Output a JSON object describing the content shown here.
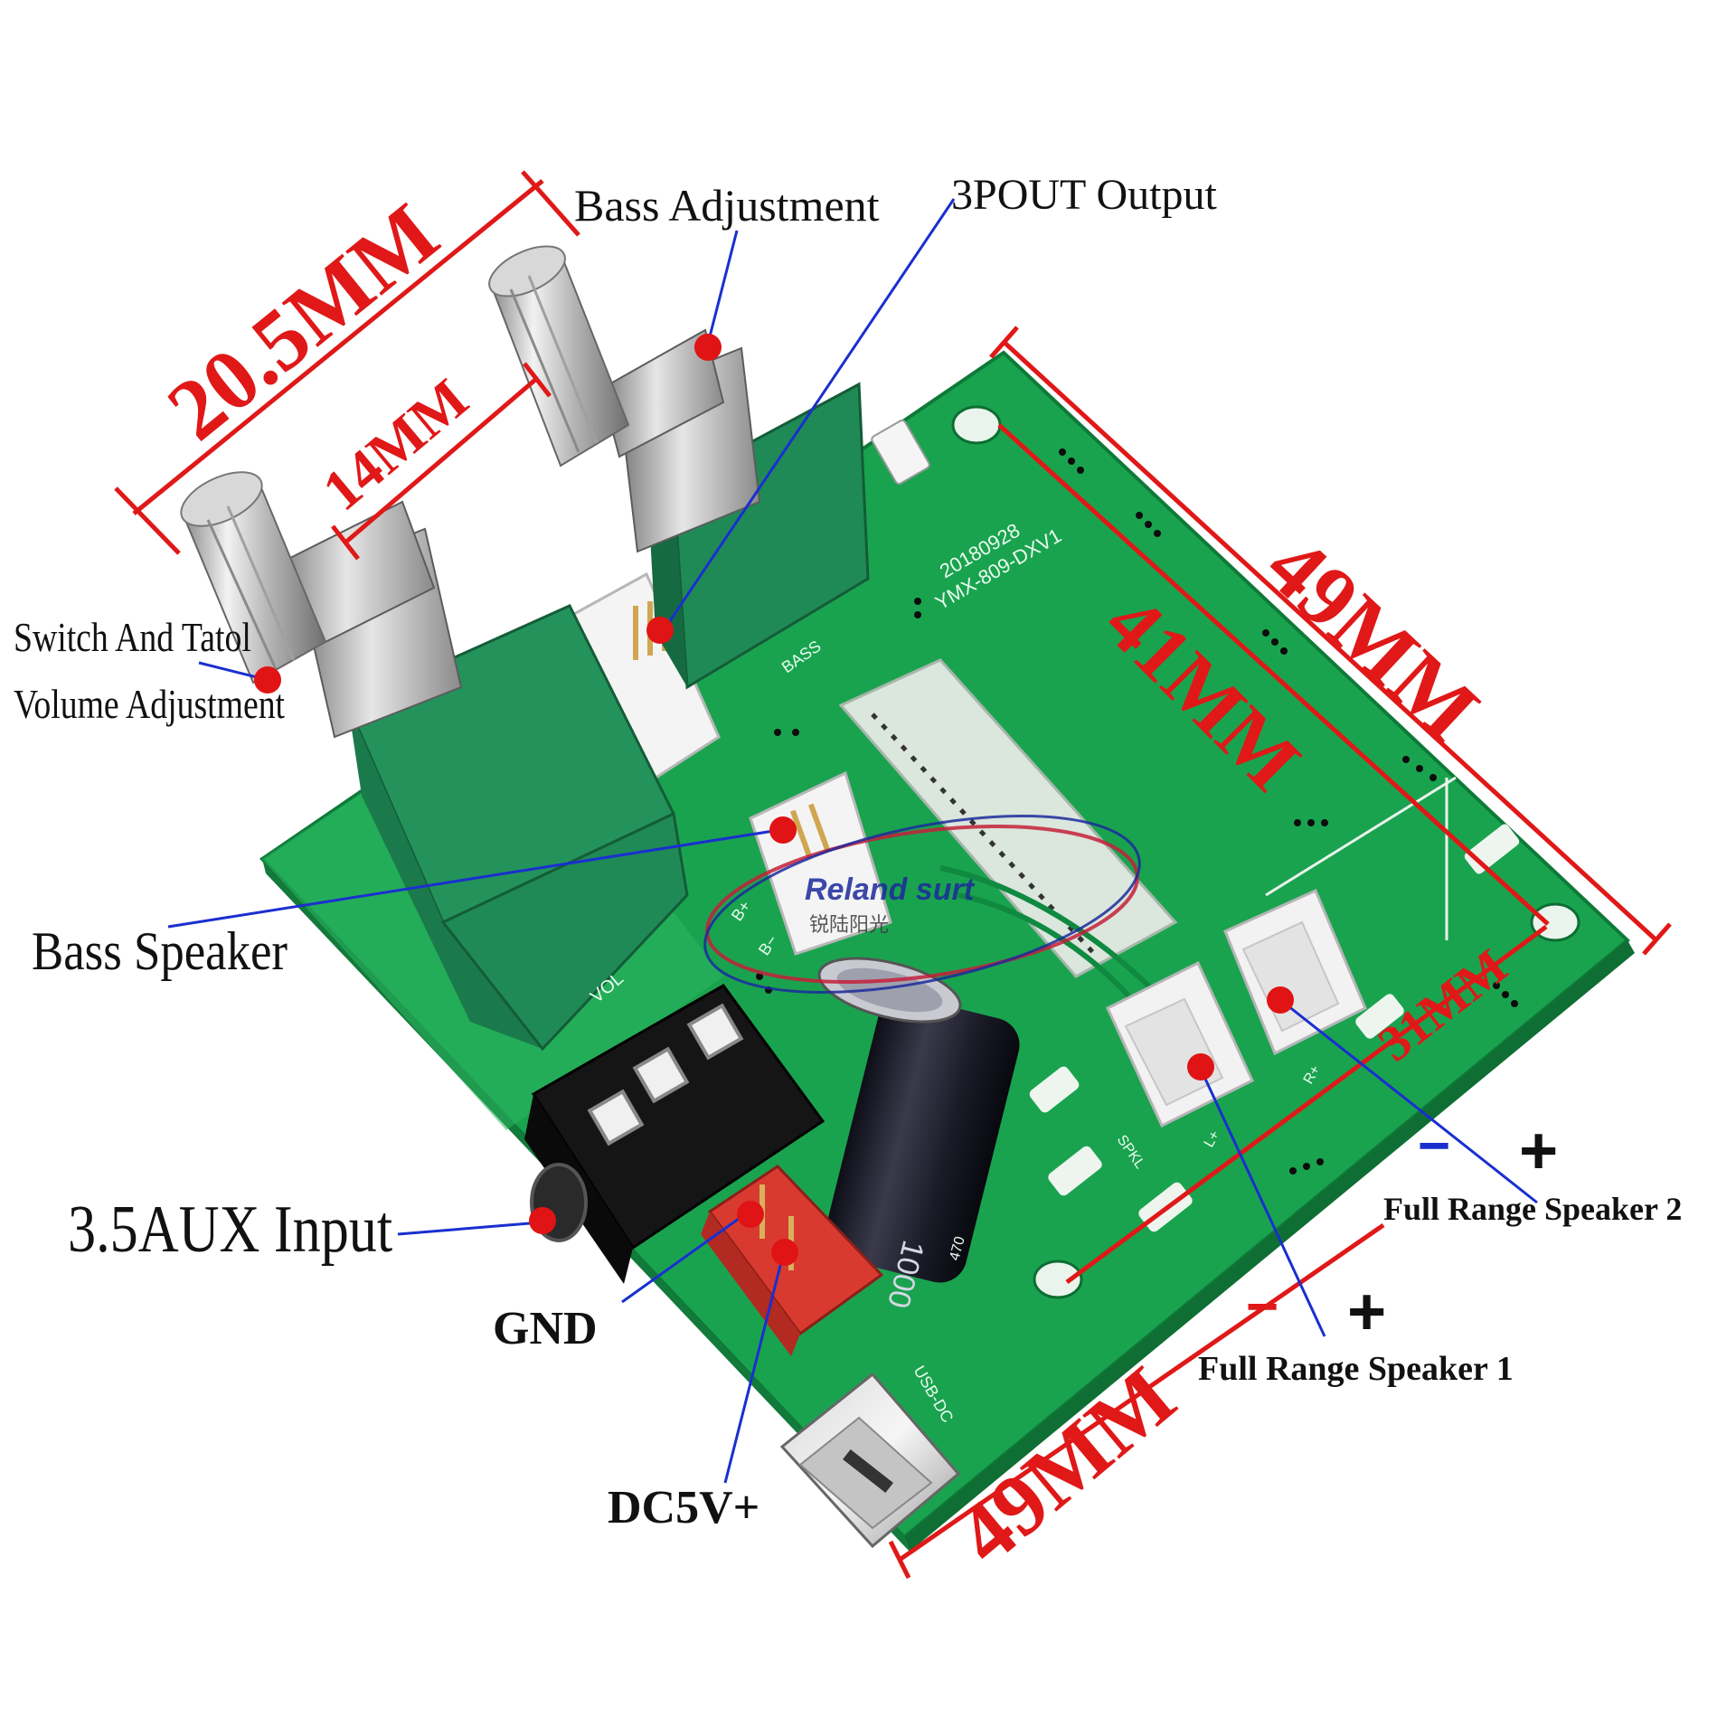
{
  "labels": {
    "bass_adjustment": "Bass Adjustment",
    "output_3p": "3POUT Output",
    "switch_volume_line1": "Switch And Tatol",
    "switch_volume_line2": "Volume Adjustment",
    "bass_speaker": "Bass Speaker",
    "aux_input": "3.5AUX Input",
    "gnd": "GND",
    "dc5v": "DC5V+",
    "full_range_1": "Full Range Speaker 1",
    "full_range_2": "Full Range Speaker 2"
  },
  "dimensions": {
    "d_20_5": "20.5MM",
    "d_14": "14MM",
    "d_49_right": "49MM",
    "d_41": "41MM",
    "d_31": "31MM",
    "d_49_bottom": "49MM"
  },
  "polarity": {
    "minus": "−",
    "plus": "+"
  },
  "board_silkscreen": {
    "date": "20180928",
    "model": "YMX-809-DXV1",
    "bass": "BASS",
    "vol": "VOL",
    "b_plus": "B+",
    "b_minus": "B−",
    "spkl": "SPKL",
    "l_plus": "L+",
    "r_plus": "R+",
    "usb_dc": "USB-DC",
    "cap_value": "1000",
    "cap_code": "470"
  },
  "watermark": {
    "latin": "Reland surt",
    "cjk": "锐陆阳光"
  },
  "colors": {
    "dimension_red": "#e01818",
    "leader_blue": "#1a2fd0",
    "marker_red": "#e01414",
    "pcb_green": "#1aa34f",
    "pot_green": "#1f8a55",
    "terminal_red": "#d93a2f"
  }
}
